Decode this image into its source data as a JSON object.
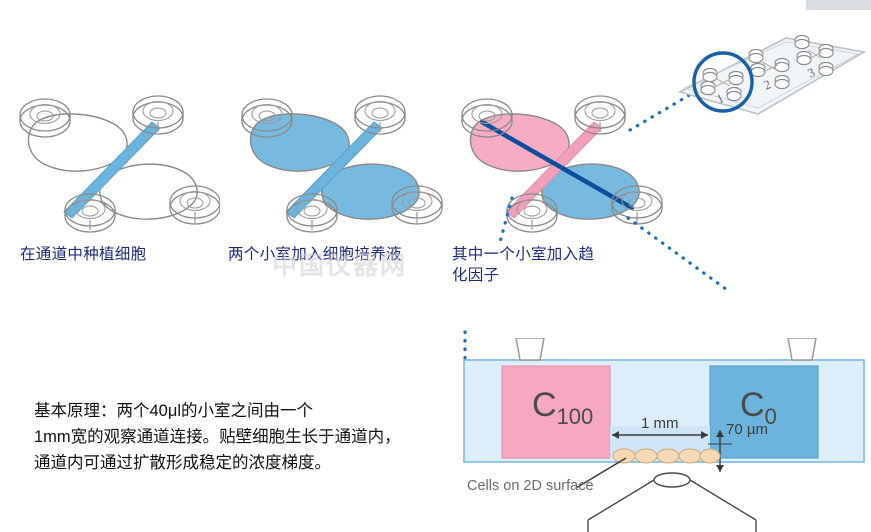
{
  "figure": {
    "title_watermark": "中国仪器网",
    "panels": [
      {
        "id": "panel-1",
        "caption": "在通道中种植细胞",
        "state": "channel seeded with cells, channel filled blue, chambers empty"
      },
      {
        "id": "panel-2",
        "caption": "两个小室加入细胞培养液",
        "state": "both chambers filled with blue culture medium"
      },
      {
        "id": "panel-3",
        "caption": "其中一个小室加入趋\n化因子",
        "state": "one chamber pink with chemokine, other chamber blue"
      }
    ],
    "principle_text": "基本原理：两个40μl的小室之间由一个\n1mm宽的观察通道连接。贴壁细胞生长于通道内，\n通道内可通过扩散形成稳定的浓度梯度。",
    "slide_inset": {
      "unit_labels": [
        "1",
        "2",
        "3"
      ],
      "highlighted_unit": "1"
    },
    "cross_section": {
      "left_chamber_label": "C",
      "left_chamber_sub": "100",
      "right_chamber_label": "C",
      "right_chamber_sub": "0",
      "channel_width_label": "1 mm",
      "channel_height_label": "70 µm",
      "cells_label": "Cells on 2D surface",
      "port_count": 2
    }
  },
  "colors": {
    "caption_navy": "#1f2a7a",
    "chamber_pink": "#f5a8bf",
    "chamber_blue": "#6cb4dc",
    "channel_light_blue": "#cfe4f4",
    "slab_fill": "#ddeefb",
    "slab_stroke": "#7fb7e0",
    "outline_gray": "#8a8a8a",
    "dotted_blue": "#1f6fb5",
    "dark_blue_line": "#0b4e9b",
    "cell_tan": "#f5d9b5",
    "watermark_gray": "#cfcfcf"
  }
}
